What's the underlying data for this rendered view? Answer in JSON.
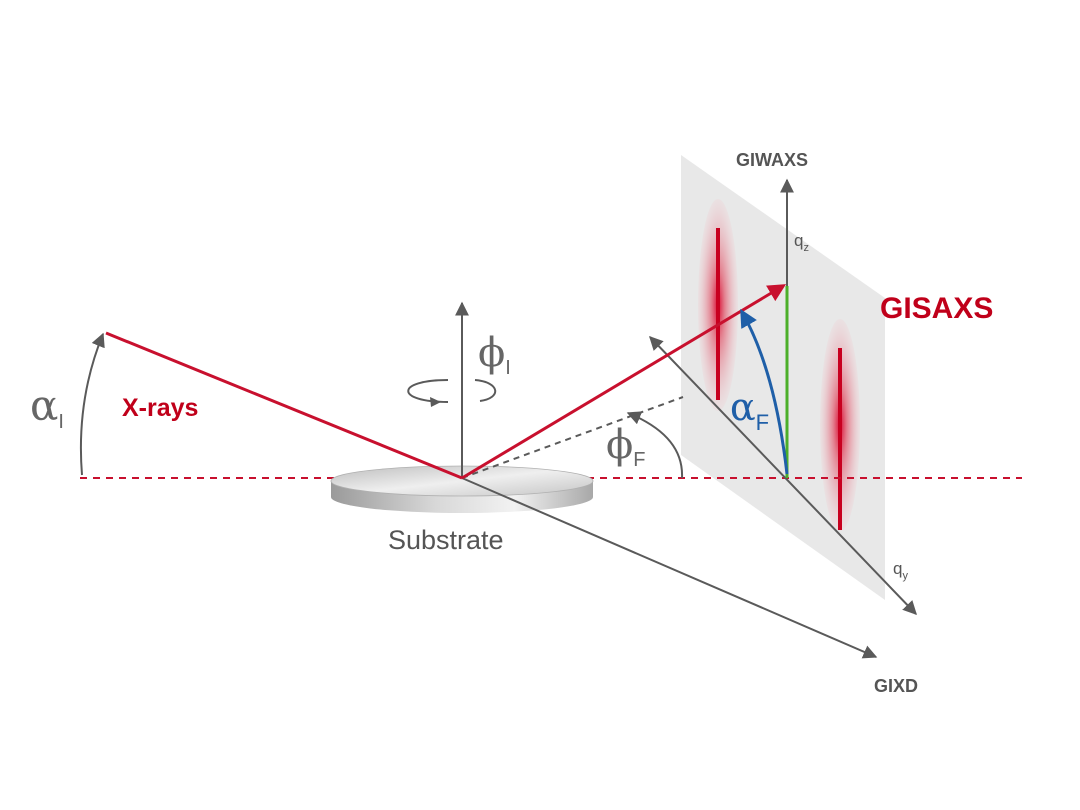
{
  "labels": {
    "xrays": "X-rays",
    "substrate": "Substrate",
    "giwaxs": "GIWAXS",
    "gisaxs": "GISAXS",
    "gixd": "GIXD",
    "qz": "q",
    "qz_sub": "z",
    "qy": "q",
    "qy_sub": "y",
    "alpha_i": "α",
    "alpha_i_sub": "I",
    "phi_i": "ϕ",
    "phi_i_sub": "I",
    "phi_f": "ϕ",
    "phi_f_sub": "F",
    "alpha_f": "α",
    "alpha_f_sub": "F"
  },
  "colors": {
    "beam": "#c8102e",
    "axis": "#5a5a5a",
    "alpha_f_arc": "#1f5fa8",
    "qz_component": "#4caf2a",
    "detector": "#e6e6e6",
    "substrate": "#cfcfcf"
  }
}
